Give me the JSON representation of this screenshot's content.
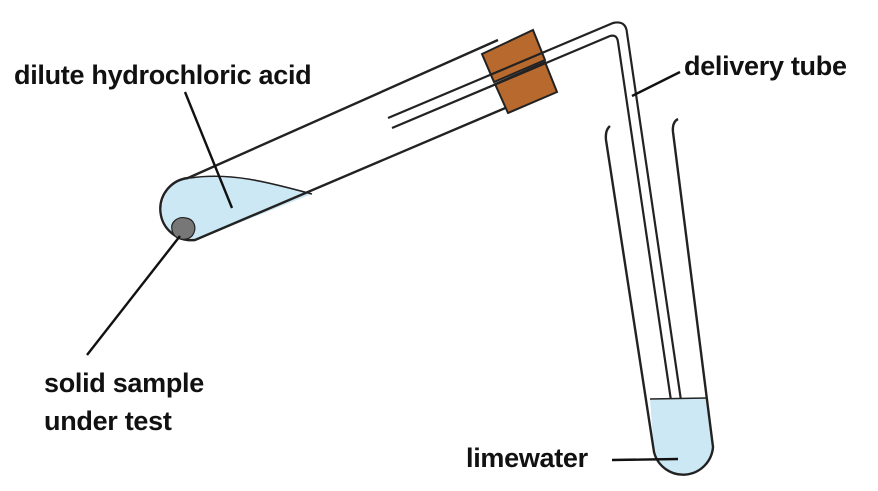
{
  "labels": {
    "acid": "dilute hydrochloric acid",
    "delivery_tube": "delivery tube",
    "sample_line1": "solid sample",
    "sample_line2": "under test",
    "limewater": "limewater"
  },
  "colors": {
    "outline": "#222222",
    "liquid": "#cde8f5",
    "bung": "#b8692e",
    "sample": "#777777",
    "text": "#111111"
  }
}
